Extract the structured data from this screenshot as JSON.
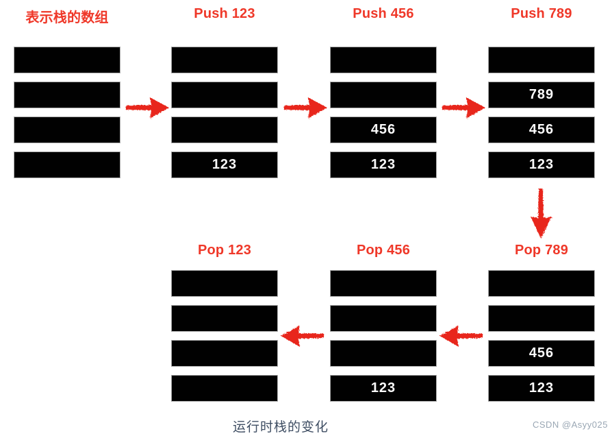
{
  "diagram": {
    "caption": "运行时栈的变化",
    "watermark": "CSDN @Asyy025",
    "colors": {
      "bar_fill": "#010101",
      "bar_border": "#a9a9a9",
      "title_red": "#ef3829",
      "arrow_red": "#e8281a",
      "cell_text": "#fbfbfb",
      "caption_text": "#3f4e63",
      "watermark_text": "#9aa7b4",
      "background": "#ffffff"
    },
    "top_row": {
      "columns": [
        {
          "title": "表示栈的数组",
          "cells": [
            "",
            "",
            "",
            ""
          ]
        },
        {
          "title": "Push 123",
          "cells": [
            "",
            "",
            "",
            "123"
          ]
        },
        {
          "title": "Push 456",
          "cells": [
            "",
            "",
            "456",
            "123"
          ]
        },
        {
          "title": "Push 789",
          "cells": [
            "",
            "789",
            "456",
            "123"
          ]
        }
      ]
    },
    "bottom_row": {
      "columns": [
        {
          "title": "Pop 123",
          "cells": [
            "",
            "",
            "",
            ""
          ]
        },
        {
          "title": "Pop 456",
          "cells": [
            "",
            "",
            "",
            "123"
          ]
        },
        {
          "title": "Pop 789",
          "cells": [
            "",
            "",
            "456",
            "123"
          ]
        }
      ]
    },
    "icons": {
      "flow_top": "arrow-right-icon",
      "flow_turn": "arrow-down-icon",
      "flow_bottom": "arrow-left-icon"
    }
  }
}
